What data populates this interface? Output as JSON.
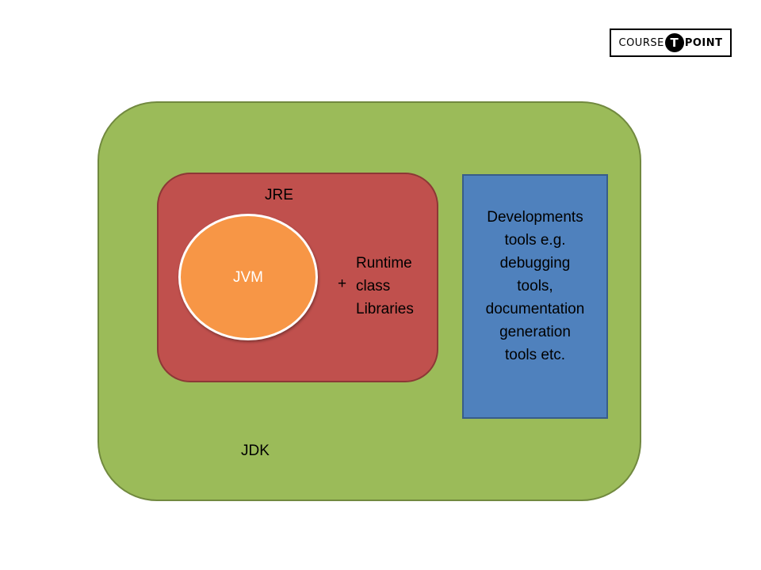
{
  "logo": {
    "left_text": "COURSE",
    "mark_text": "T",
    "right_text": "POINT"
  },
  "colors": {
    "jdk_fill": "#9bbb59",
    "jre_fill": "#c0504d",
    "jvm_fill": "#f79646",
    "dev_fill": "#4f81bd"
  },
  "diagram": {
    "jdk_label": "JDK",
    "jre_label": "JRE",
    "jvm_label": "JVM",
    "plus_label": "+",
    "runtime_lines": [
      "Runtime",
      "class",
      "Libraries"
    ],
    "dev_tools_lines": [
      "Developments",
      "tools e.g.",
      "debugging",
      "tools,",
      "documentation",
      "generation",
      "tools etc."
    ]
  }
}
